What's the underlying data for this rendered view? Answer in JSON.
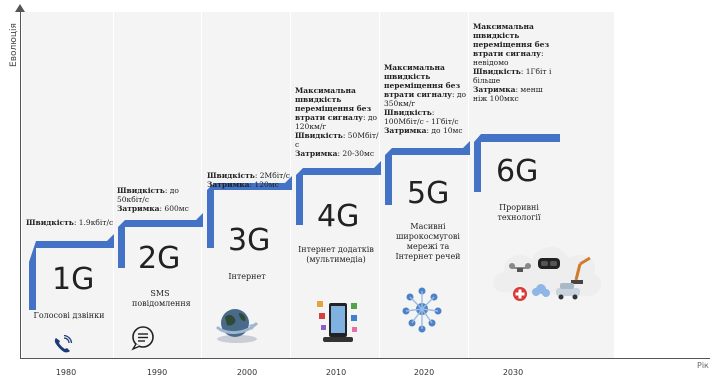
{
  "axis": {
    "y_label": "Еволюція",
    "x_label": "Рік",
    "years": [
      "1980",
      "1990",
      "2000",
      "2010",
      "2020",
      "2030"
    ]
  },
  "generations": [
    {
      "name": "1G",
      "description": "Голосові дзвінки",
      "spec_lines": [
        {
          "label": "Швидкість",
          "value": ": 1.9кбіт/с"
        }
      ],
      "icon": "phone-signal-icon"
    },
    {
      "name": "2G",
      "description": "SMS повідомлення",
      "spec_lines": [
        {
          "label": "Швидкість",
          "value": ": до 50кбіт/с"
        },
        {
          "label": "Затримка",
          "value": ": 600мс"
        }
      ],
      "icon": "chat-bubble-icon"
    },
    {
      "name": "3G",
      "description": "Інтернет",
      "spec_lines": [
        {
          "label": "Швидкість",
          "value": ": 2Мбіт/с"
        },
        {
          "label": "Затримка",
          "value": ": 120мс"
        }
      ],
      "icon": "globe-icon"
    },
    {
      "name": "4G",
      "description": "Інтернет додатків (мультимедіа)",
      "spec_lines": [
        {
          "label": "Максимальна швидкість переміщення без втрати сигналу",
          "value": ": до 120км/г"
        },
        {
          "label": "Швидкість",
          "value": ": 50Мбіт/с"
        },
        {
          "label": "Затримка",
          "value": ": 20-30мс"
        }
      ],
      "icon": "smartphone-apps-icon"
    },
    {
      "name": "5G",
      "description": "Масивні широкосмугові мережі та Інтернет речей",
      "spec_lines": [
        {
          "label": "Максимальна швидкість переміщення без втрати сигналу",
          "value": ": до 350км/г"
        },
        {
          "label": "Швидкість",
          "value": ": 100Мбіт/с - 1Гбіт/с"
        },
        {
          "label": "Затримка",
          "value": ": до 10мс"
        }
      ],
      "icon": "iot-network-icon"
    },
    {
      "name": "6G",
      "description": "Проривні технології",
      "spec_lines": [
        {
          "label": "Максимальна швидкість переміщення без втрати сигналу",
          "value": ": невідомо"
        },
        {
          "label": "Швидкість",
          "value": ": 1Гбіт і більше"
        },
        {
          "label": "Затримка",
          "value": ": менш ніж 100мкс"
        }
      ],
      "icon": "future-tech-cloud-icon"
    }
  ],
  "colors": {
    "stair": "#4472c4",
    "column_bg": "#f4f4f4"
  }
}
